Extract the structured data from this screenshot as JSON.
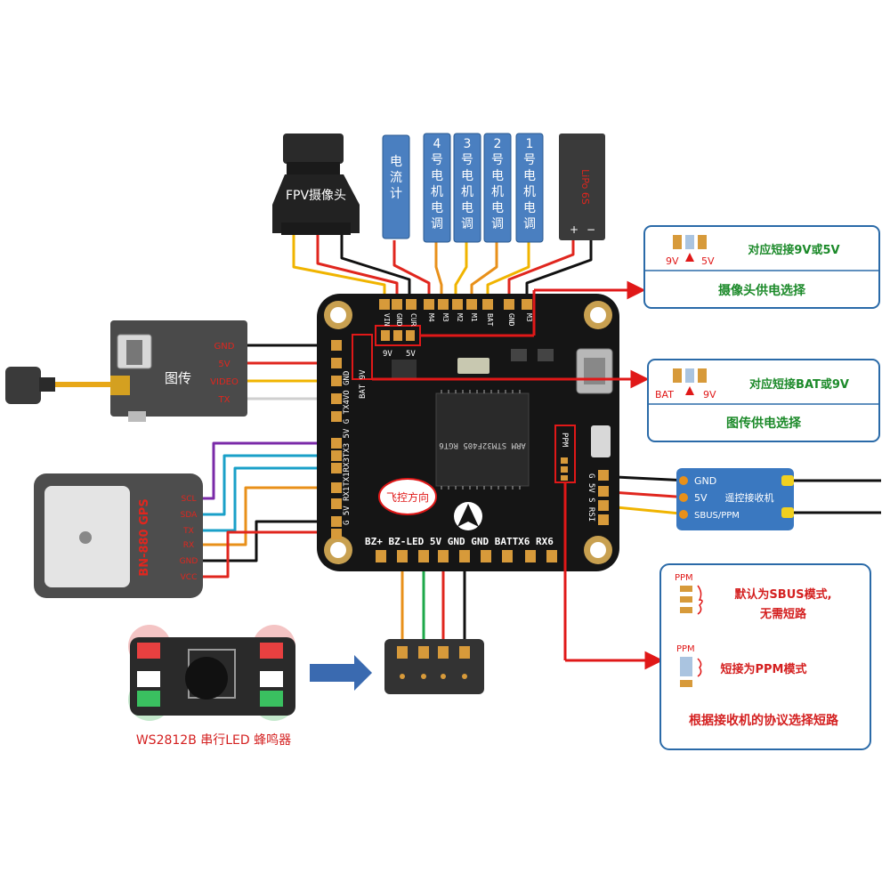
{
  "colors": {
    "board": "#151515",
    "pad": "#d79a3a",
    "wire_red": "#e0261e",
    "wire_black": "#111111",
    "wire_yellow": "#f0b400",
    "wire_orange": "#e8901a",
    "wire_purple": "#7a2aa8",
    "wire_teal": "#1aa0c8",
    "wire_green": "#1ea84a",
    "wire_white": "#cfcfcf",
    "esc_blue": "#4a7fc0",
    "callout_border": "#2a6aa8",
    "callout_fill": "#ffffff",
    "arrow_red": "#e01818",
    "text_green": "#1c8a2a",
    "text_red": "#d42020"
  },
  "camera": {
    "label": "FPV摄像头"
  },
  "esc_slots": [
    {
      "label": "电流计"
    },
    {
      "label": "4号电机电调"
    },
    {
      "label": "3号电机电调"
    },
    {
      "label": "2号电机电调"
    },
    {
      "label": "1号电机电调"
    },
    {
      "label": "LiPo 6S"
    }
  ],
  "vtx": {
    "label": "图传",
    "pins": [
      "GND",
      "5V",
      "VIDEO",
      "TX"
    ]
  },
  "gps": {
    "label": "BN-880 GPS",
    "pins": [
      "SCL",
      "SDA",
      "TX",
      "RX",
      "GND",
      "VCC"
    ]
  },
  "board": {
    "top_pins": [
      "VIN",
      "GND",
      "CUR",
      "M4",
      "M3",
      "M2",
      "M1",
      "BAT",
      "GND",
      "M3"
    ],
    "left_pins": "G 5V RX1TX1RX3TX3 5V G TX4VO GND",
    "left_top_label": "BAT 9V",
    "bottom_pins": "BZ+ BZ-LED 5V GND GND BATTX6 RX6",
    "right_pins": "G 5V S RSI",
    "ppm_label": "PPM",
    "chip_text": "ARM STM32F405 RGT6",
    "direction_label": "飞控方向",
    "pad_9v": "9V",
    "pad_5v": "5V"
  },
  "callout_cam": {
    "left": "9V",
    "right": "5V",
    "title": "对应短接9V或5V",
    "subtitle": "摄像头供电选择"
  },
  "callout_vtx": {
    "left": "BAT",
    "right": "9V",
    "title": "对应短接BAT或9V",
    "subtitle": "图传供电选择"
  },
  "receiver": {
    "label": "遥控接收机",
    "pins": [
      "GND",
      "5V",
      "SBUS/PPM"
    ]
  },
  "callout_ppm": {
    "label_top": "PPM",
    "line1": "默认为SBUS模式,",
    "line2": "无需短路",
    "label_mid": "PPM",
    "line3": "短接为PPM模式",
    "footer": "根据接收机的协议选择短路"
  },
  "led": {
    "caption": "WS2812B  串行LED  蜂鸣器"
  }
}
